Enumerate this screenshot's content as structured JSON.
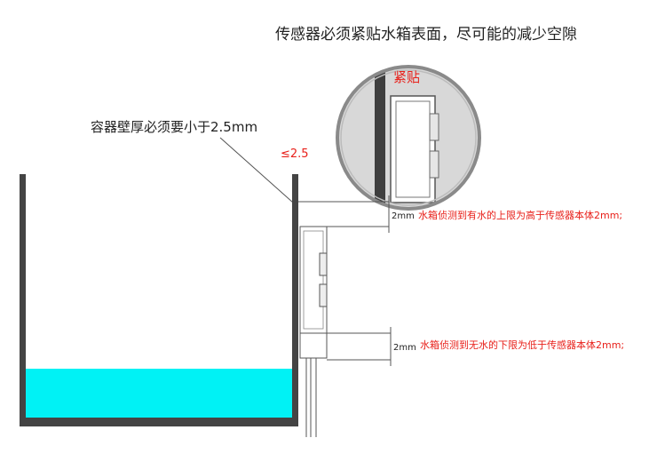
{
  "labels": {
    "top_note": "传感器必须紧贴水箱表面，尽可能的减少空隙",
    "tight_fit": "紧贴",
    "wall_note": "容器壁厚必须要小于2.5mm",
    "wall_limit": "≤2.5",
    "upper_gap": "2mm",
    "upper_note": "水箱侦测到有水的上限为高于传感器本体2mm;",
    "lower_gap": "2mm",
    "lower_note": "水箱侦测到无水的下限为低于传感器本体2mm;"
  },
  "colors": {
    "wall": "#444444",
    "water": "#00f2f5",
    "red_text": "#e8201a",
    "black_text": "#222222",
    "line": "#555555",
    "sensor_fill": "#ffffff",
    "magnifier_bg": "#d8d8d8"
  }
}
